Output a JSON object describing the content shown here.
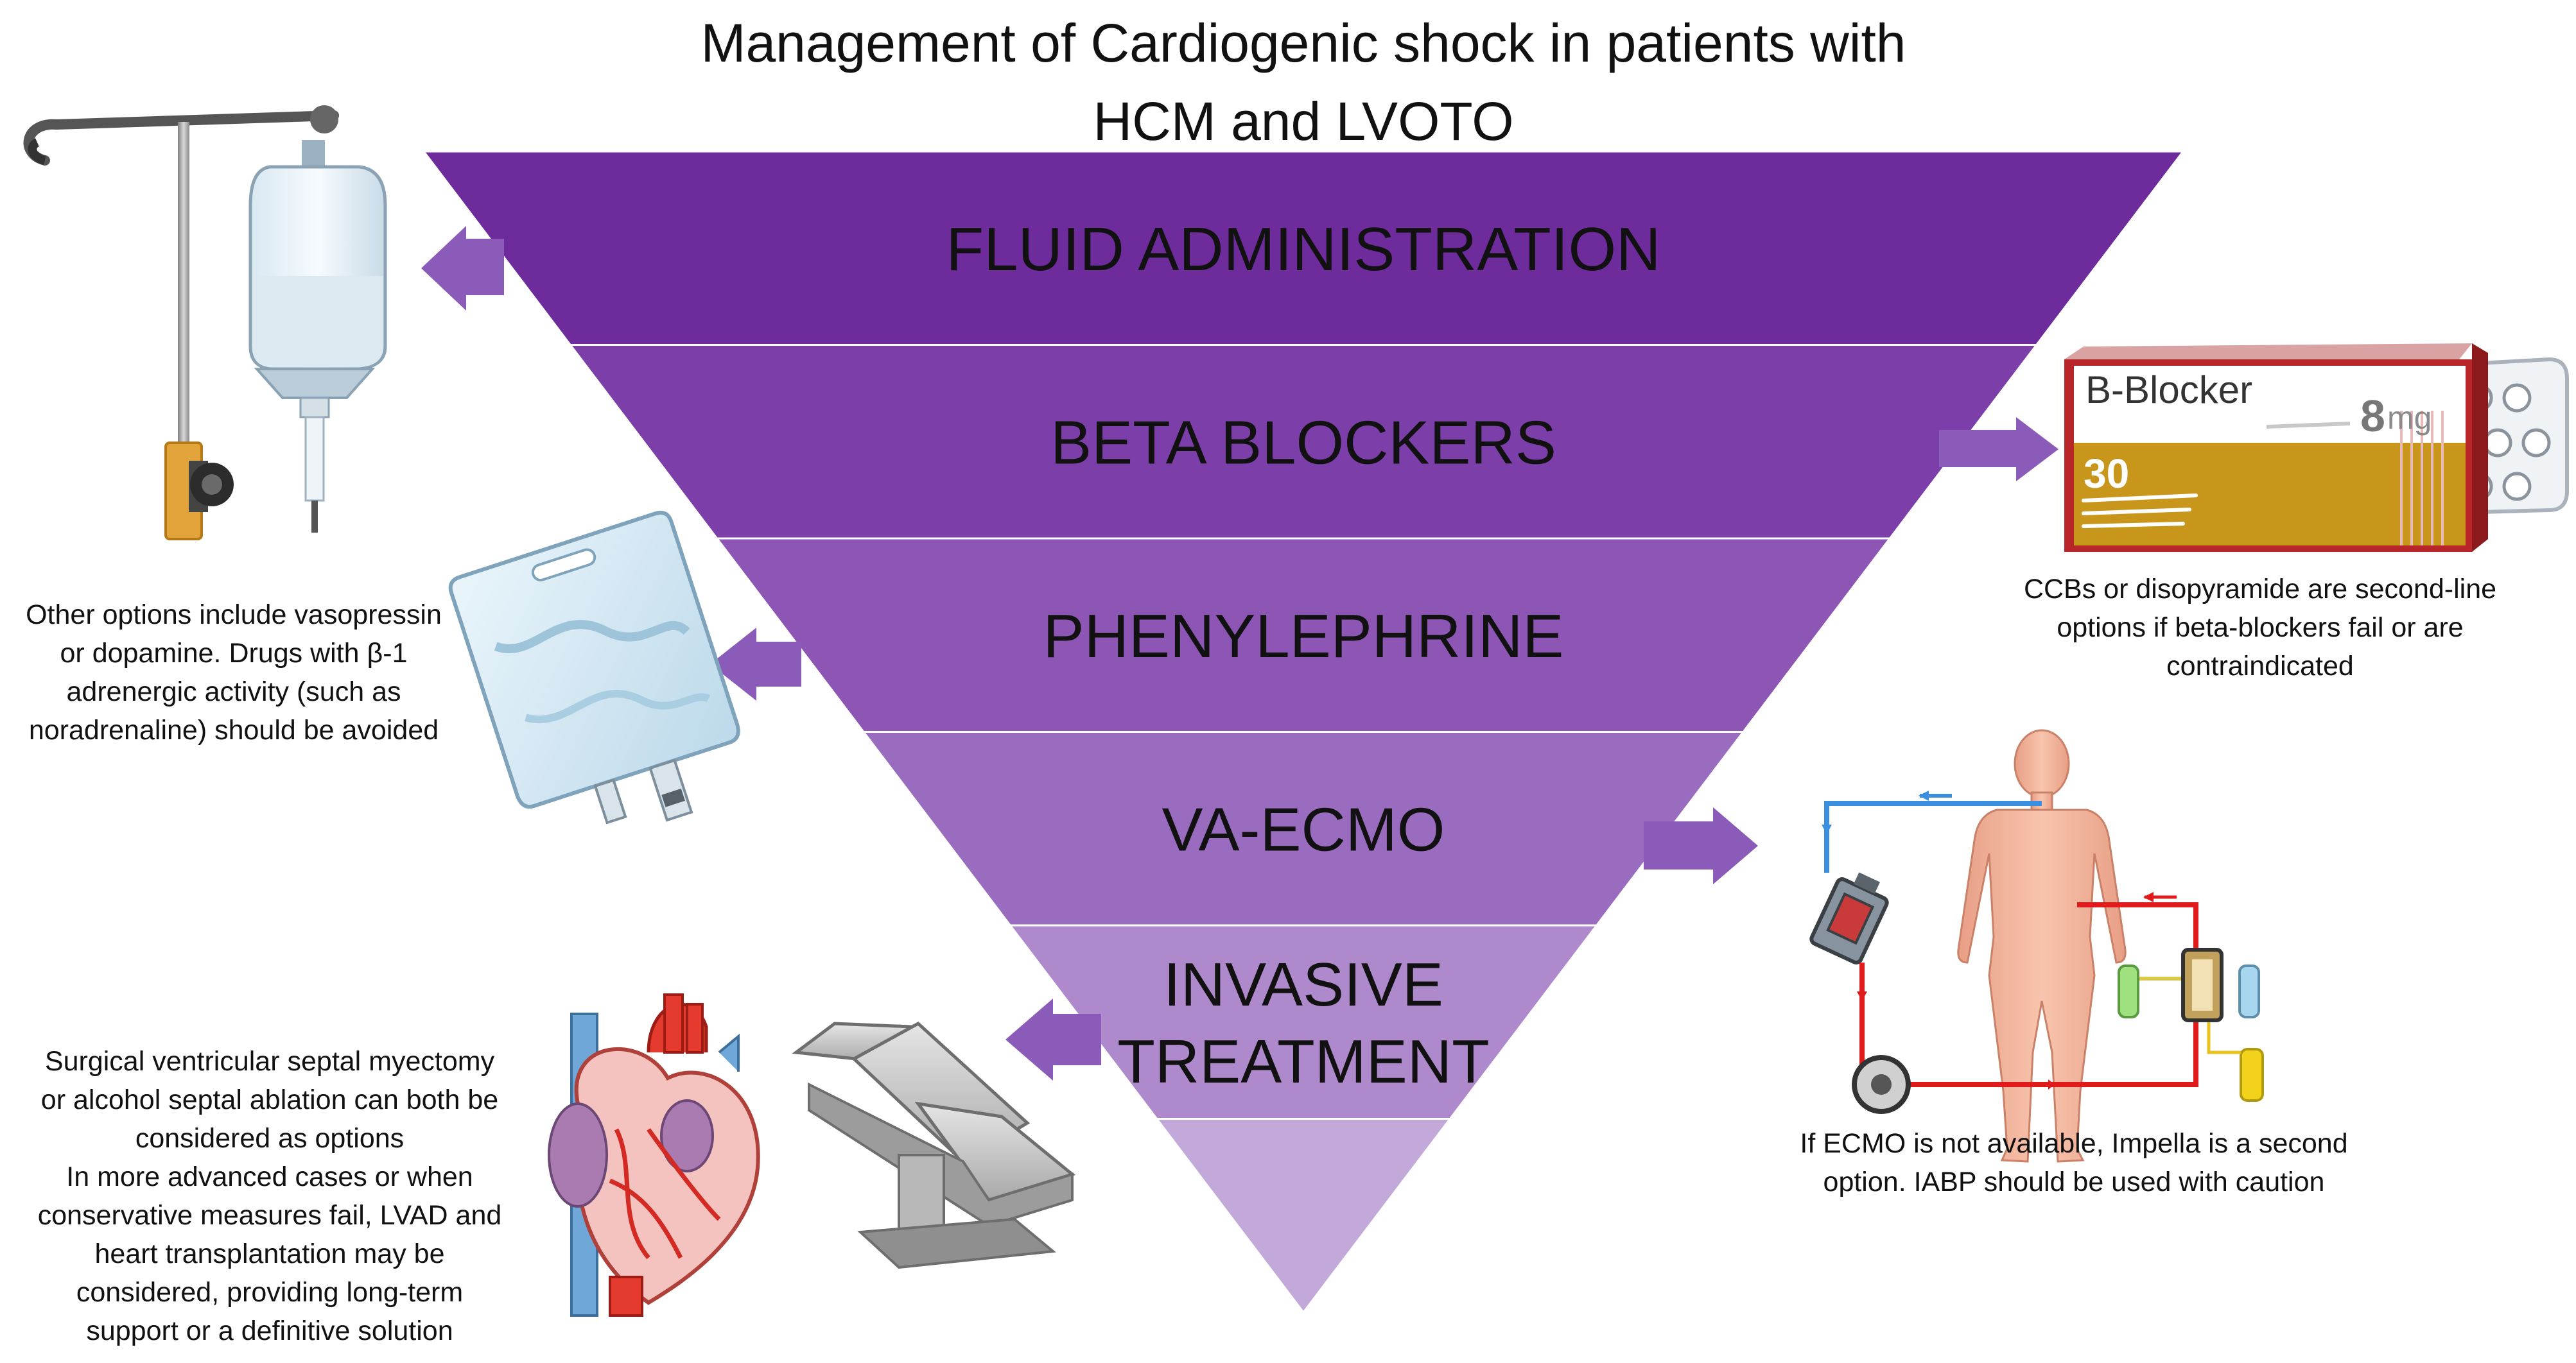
{
  "title": {
    "line1": "Management of Cardiogenic shock in patients with",
    "line2": "HCM and LVOTO"
  },
  "tiers": [
    {
      "lines": [
        "FLUID ADMINISTRATION"
      ],
      "color": "#6d2b9c"
    },
    {
      "lines": [
        "BETA BLOCKERS"
      ],
      "color": "#7c3ea9"
    },
    {
      "lines": [
        "PHENYLEPHRINE"
      ],
      "color": "#8d55b4"
    },
    {
      "lines": [
        "VA-ECMO"
      ],
      "color": "#9a6cbf"
    },
    {
      "lines": [
        "INVASIVE",
        "TREATMENT"
      ],
      "color": "#ae8acc"
    },
    {
      "lines": [],
      "color": "#c3a9da"
    }
  ],
  "notes": {
    "vasopressors": [
      "Other options include vasopressin",
      "or dopamine. Drugs with β-1",
      "adrenergic activity (such as",
      "noradrenaline) should be avoided"
    ],
    "beta_blocker_alt": [
      "CCBs or disopyramide are second-line",
      "options if beta-blockers fail or are",
      "contraindicated"
    ],
    "ecmo_alt": [
      "If ECMO is not available, Impella is a second",
      "option. IABP should be used with caution"
    ],
    "invasive": [
      "Surgical ventricular septal myectomy",
      "or alcohol septal ablation can both be",
      "considered as options",
      "In more advanced cases or when",
      "conservative measures fail, LVAD and",
      "heart transplantation may be",
      "considered, providing long-term",
      "support or a definitive solution"
    ]
  },
  "drug_box": {
    "brand": "B-Blocker",
    "dose": "8",
    "dose_unit": "mg",
    "count": "30"
  },
  "colors": {
    "arrow": "#8a5bb8",
    "box_gold": "#c8961a",
    "box_red": "#b8262a",
    "body_skin": "#f4b59c",
    "blood_red": "#e11b1b",
    "blood_blue": "#3b8fe0"
  },
  "icons": [
    "iv-drip-stand-icon",
    "iv-fluid-bag-icon",
    "pill-box-icon",
    "ecmo-circuit-icon",
    "heart-icon",
    "operating-table-icon"
  ]
}
